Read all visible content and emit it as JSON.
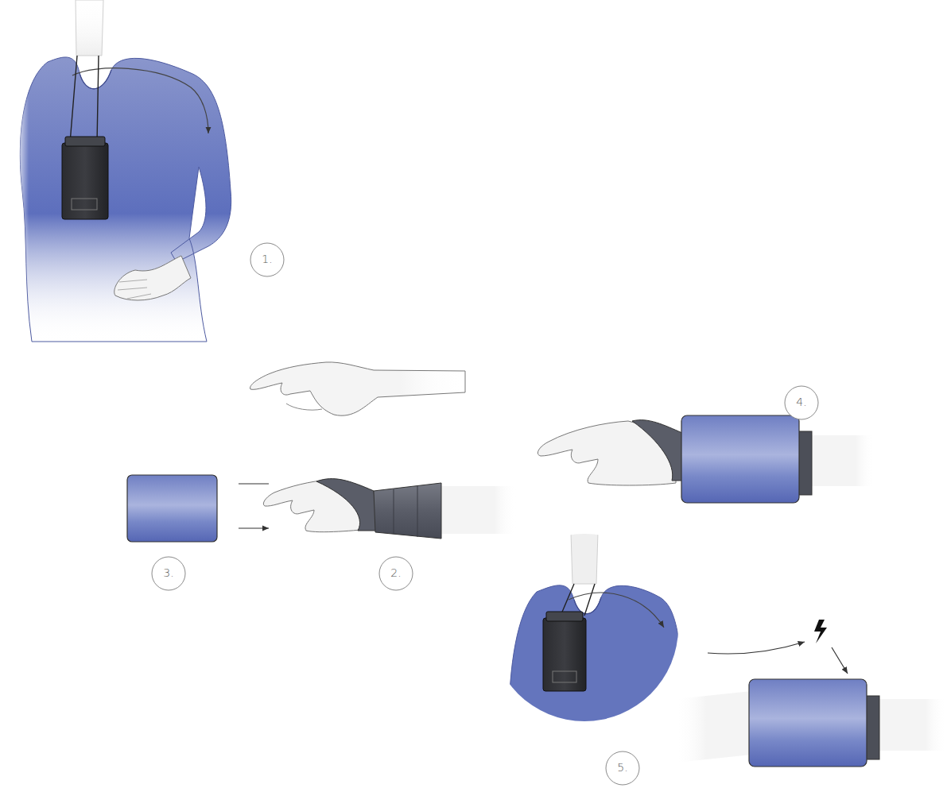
{
  "diagram": {
    "nodes": [
      {
        "text": [
          "1."
        ]
      },
      {
        "text": [
          "4."
        ]
      },
      {
        "text": [
          "3."
        ]
      },
      {
        "text": [
          "2."
        ]
      },
      {
        "text": [
          "5."
        ]
      }
    ]
  }
}
